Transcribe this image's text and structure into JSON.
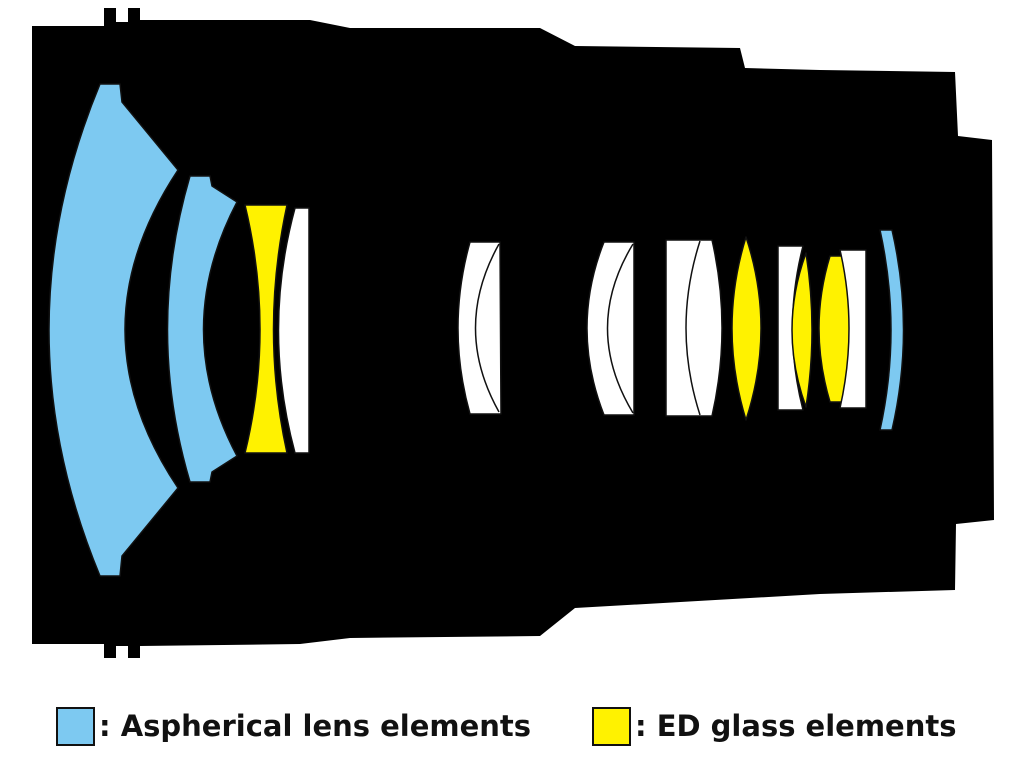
{
  "colors": {
    "aspherical": "#7dc9f1",
    "ed_glass": "#fff200",
    "standard": "#ffffff",
    "barrel": "#000000",
    "outline": "#111111"
  },
  "legend": [
    {
      "id": "aspherical",
      "label": ": Aspherical lens elements",
      "color_key": "aspherical"
    },
    {
      "id": "ed",
      "label": ": ED glass elements",
      "color_key": "ed_glass"
    }
  ],
  "lens_elements": [
    {
      "id": 1,
      "kind": "aspherical"
    },
    {
      "id": 2,
      "kind": "aspherical"
    },
    {
      "id": 3,
      "kind": "ed_glass"
    },
    {
      "id": 4,
      "kind": "standard"
    },
    {
      "id": 5,
      "kind": "standard"
    },
    {
      "id": 6,
      "kind": "standard"
    },
    {
      "id": 7,
      "kind": "standard"
    },
    {
      "id": 8,
      "kind": "ed_glass"
    },
    {
      "id": 9,
      "kind": "standard"
    },
    {
      "id": 10,
      "kind": "ed_glass"
    },
    {
      "id": 11,
      "kind": "ed_glass"
    },
    {
      "id": 12,
      "kind": "standard"
    },
    {
      "id": 13,
      "kind": "aspherical"
    }
  ]
}
